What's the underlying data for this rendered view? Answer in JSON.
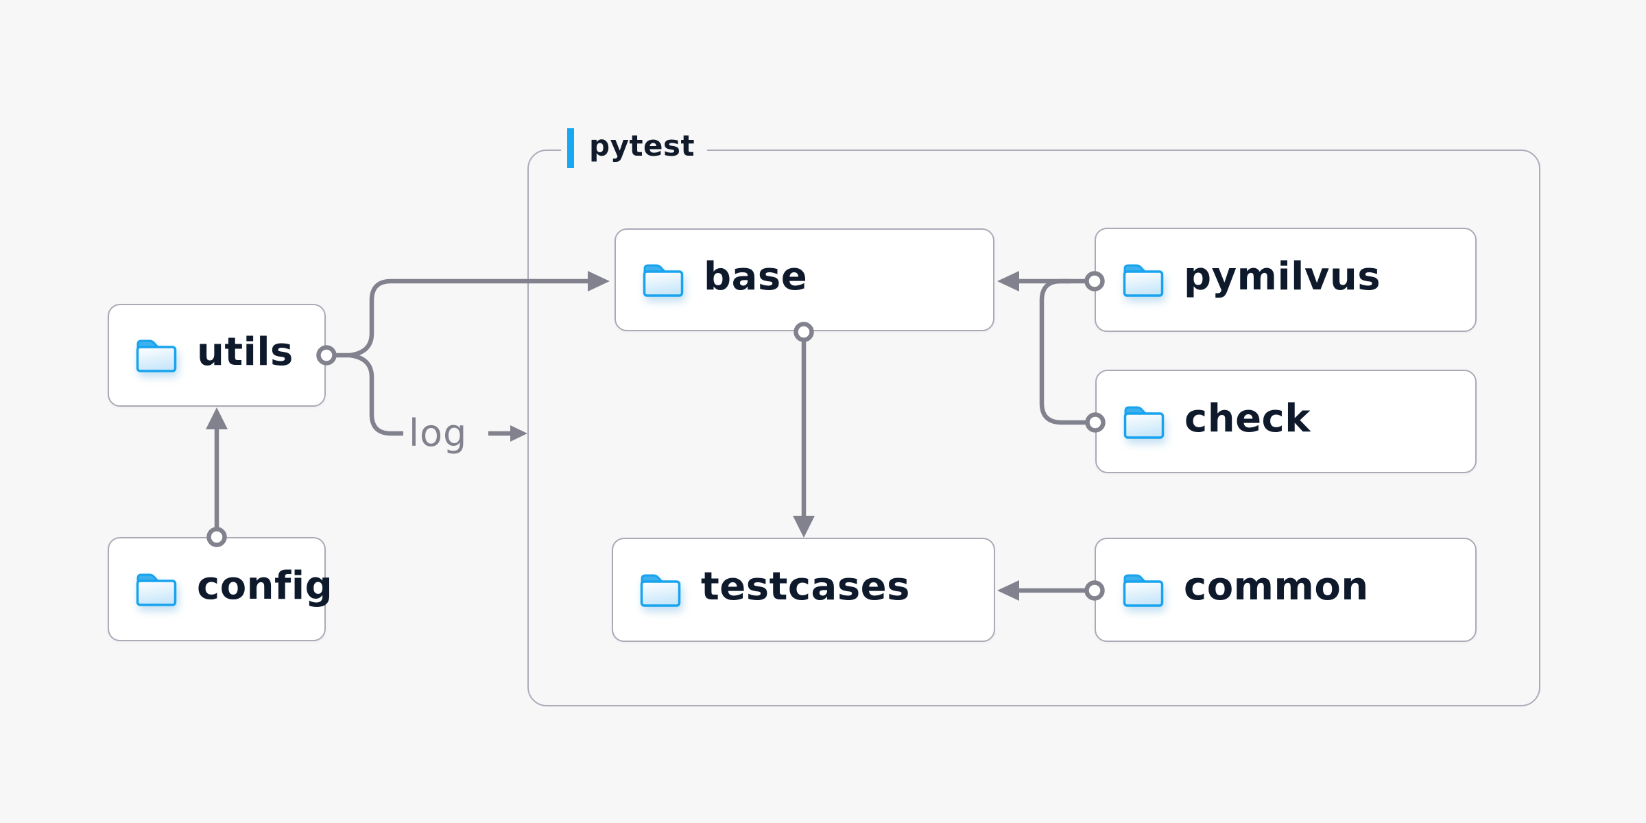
{
  "diagram": {
    "background": "#F7F7F8",
    "group": {
      "label": "pytest",
      "accent_color": "#16A9F2",
      "border_color": "#ACACBA"
    },
    "nodes": [
      {
        "id": "utils",
        "label": "utils",
        "icon": "folder-icon",
        "inside_group": false
      },
      {
        "id": "config",
        "label": "config",
        "icon": "folder-icon",
        "inside_group": false
      },
      {
        "id": "base",
        "label": "base",
        "icon": "folder-icon",
        "inside_group": true
      },
      {
        "id": "testcases",
        "label": "testcases",
        "icon": "folder-icon",
        "inside_group": true
      },
      {
        "id": "pymilvus",
        "label": "pymilvus",
        "icon": "folder-icon",
        "inside_group": true
      },
      {
        "id": "check",
        "label": "check",
        "icon": "folder-icon",
        "inside_group": true
      },
      {
        "id": "common",
        "label": "common",
        "icon": "folder-icon",
        "inside_group": true
      }
    ],
    "edges": [
      {
        "from": "config",
        "to": "utils"
      },
      {
        "from": "utils",
        "to": "base"
      },
      {
        "from": "utils",
        "to": "log",
        "label": "log"
      },
      {
        "from": "pymilvus",
        "to": "base"
      },
      {
        "from": "check",
        "to": "base"
      },
      {
        "from": "base",
        "to": "testcases"
      },
      {
        "from": "common",
        "to": "testcases"
      }
    ],
    "log_label": "log",
    "colors": {
      "connector": "#82828E",
      "node_border": "#A9AAB6",
      "node_fill": "#FFFFFF",
      "text": "#0E1A2B",
      "folder_stroke": "#17A3EE",
      "folder_tab": "#3EB0EE"
    }
  }
}
